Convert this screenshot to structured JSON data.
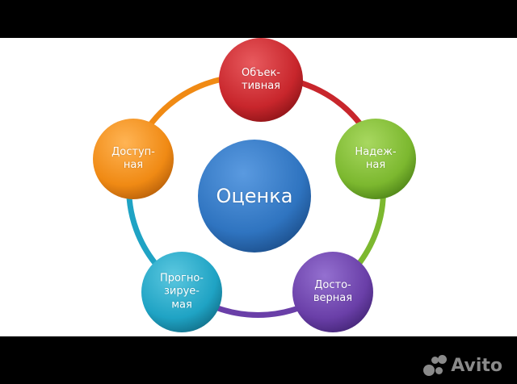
{
  "diagram": {
    "center": {
      "label": "Оценка",
      "color": "#2f74c0"
    },
    "nodes": [
      {
        "id": "objective",
        "label": "Объек-\nтивная",
        "color": "#c8262c"
      },
      {
        "id": "reliable",
        "label": "Надеж-\nная",
        "color": "#7cb82f"
      },
      {
        "id": "credible",
        "label": "Досто-\nверная",
        "color": "#6a3fa8"
      },
      {
        "id": "predictable",
        "label": "Прогно-\nзируе-\nмая",
        "color": "#1fa3c4"
      },
      {
        "id": "accessible",
        "label": "Доступ-\nная",
        "color": "#f08a14"
      }
    ]
  },
  "watermark": {
    "text": "Avito"
  }
}
